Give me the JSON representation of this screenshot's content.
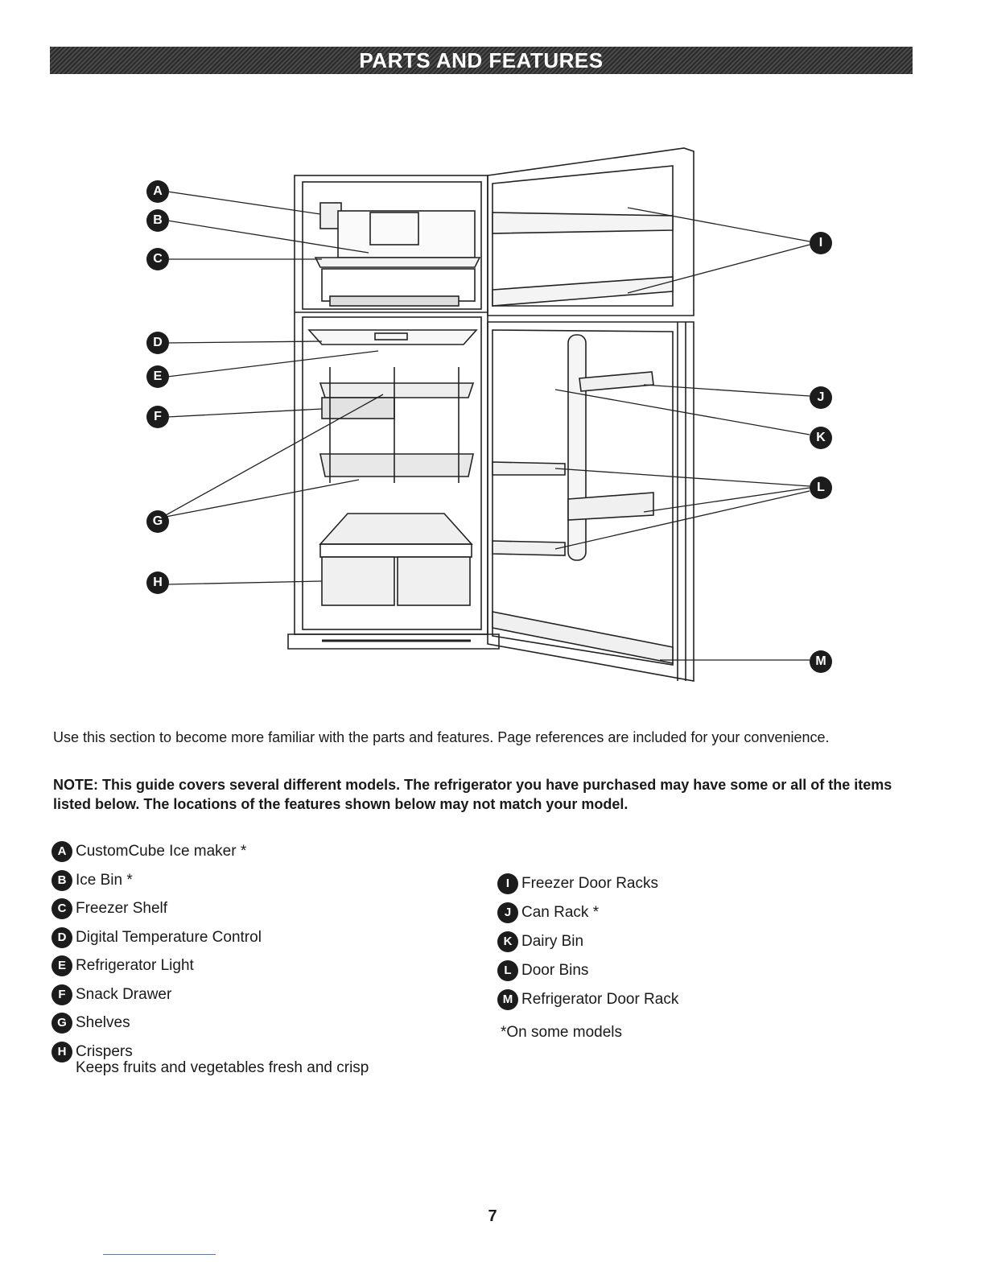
{
  "header": {
    "title": "PARTS AND FEATURES"
  },
  "callouts": [
    "A",
    "B",
    "C",
    "D",
    "E",
    "F",
    "G",
    "H",
    "I",
    "J",
    "K",
    "L",
    "M"
  ],
  "intro": "Use this section to become more familiar with the parts and features. Page references are included for your convenience.",
  "note": "NOTE: This guide covers several different models. The refrigerator you have purchased may have some or all of the items listed below. The locations of the features shown below may not match your model.",
  "parts_left": [
    {
      "letter": "A",
      "label": "CustomCube Ice maker *"
    },
    {
      "letter": "B",
      "label": "Ice Bin *"
    },
    {
      "letter": "C",
      "label": "Freezer Shelf"
    },
    {
      "letter": "D",
      "label": "Digital Temperature Control"
    },
    {
      "letter": "E",
      "label": "Refrigerator Light"
    },
    {
      "letter": "F",
      "label": "Snack Drawer"
    },
    {
      "letter": "G",
      "label": "Shelves"
    },
    {
      "letter": "H",
      "label": "Crispers",
      "sub": "Keeps fruits and vegetables fresh and crisp"
    }
  ],
  "parts_right": [
    {
      "letter": "I",
      "label": "Freezer Door Racks"
    },
    {
      "letter": "J",
      "label": "Can Rack *"
    },
    {
      "letter": "K",
      "label": "Dairy Bin"
    },
    {
      "letter": "L",
      "label": "Door Bins"
    },
    {
      "letter": "M",
      "label": "Refrigerator Door Rack"
    }
  ],
  "footnote": "*On some models",
  "page_number": "7"
}
